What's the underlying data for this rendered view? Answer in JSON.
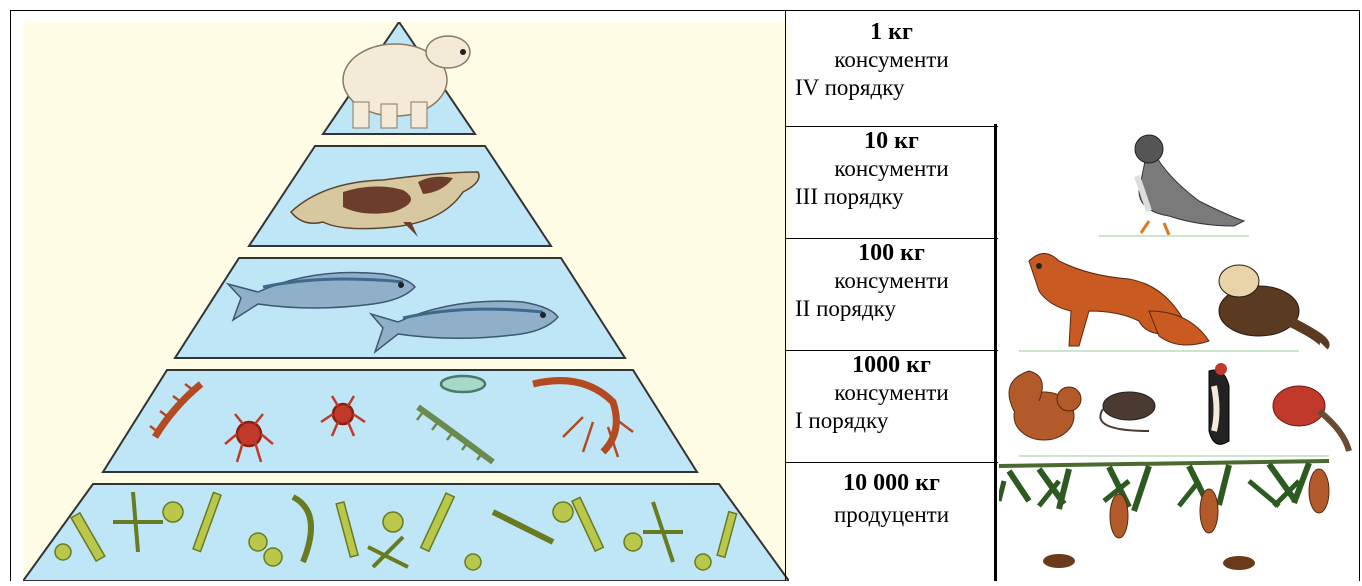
{
  "levels": [
    {
      "mass": "1 кг",
      "role": "консументи",
      "order": "IV порядку"
    },
    {
      "mass": "10 кг",
      "role": "консументи",
      "order": "III порядку"
    },
    {
      "mass": "100 кг",
      "role": "консументи",
      "order": "II порядку"
    },
    {
      "mass": "1000 кг",
      "role": "консументи",
      "order": "I порядку"
    },
    {
      "mass": "10 000 кг",
      "role": "продуценти",
      "order": ""
    }
  ],
  "pyramid_tiers": [
    "polar-bear",
    "seal",
    "herring-fish",
    "zooplankton",
    "phytoplankton"
  ],
  "forest_tiers": [
    "falcon",
    "fox-and-ferret",
    "squirrel-mouse-woodpecker-crossbill",
    "spruce-branch"
  ],
  "colors": {
    "water": "#bfe6f7",
    "panel": "#fffde6",
    "plankton": "#b9c84a",
    "fish": "#8fb0c8",
    "fur": "#b34a22"
  }
}
